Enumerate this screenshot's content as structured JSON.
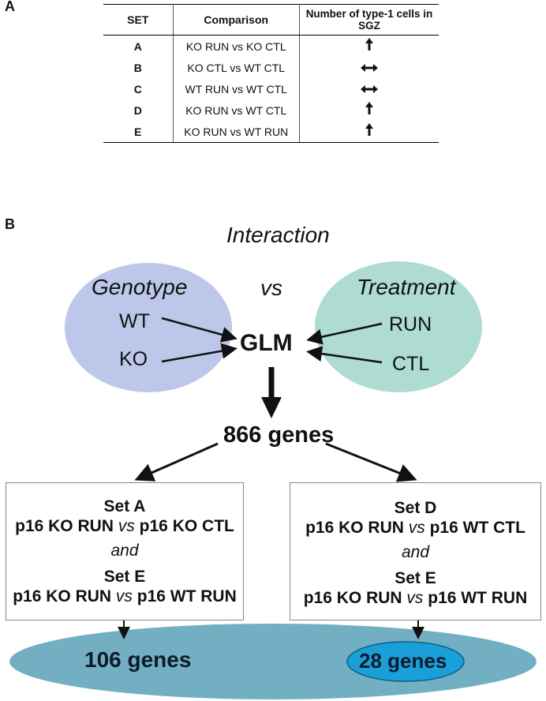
{
  "panel_a": {
    "label": "A",
    "headers": [
      "SET",
      "Comparison",
      "Number of type-1 cells in SGZ"
    ],
    "rows": [
      {
        "set": "A",
        "comparison": "KO RUN vs KO CTL",
        "change": "increase"
      },
      {
        "set": "B",
        "comparison": "KO CTL vs WT CTL",
        "change": "no change"
      },
      {
        "set": "C",
        "comparison": "WT RUN vs WT CTL",
        "change": "no change"
      },
      {
        "set": "D",
        "comparison": "KO RUN vs WT CTL",
        "change": "increase"
      },
      {
        "set": "E",
        "comparison": "KO RUN vs WT RUN",
        "change": "increase"
      }
    ]
  },
  "panel_b": {
    "label": "B",
    "title": "Interaction",
    "genotype": {
      "title": "Genotype",
      "items": [
        "WT",
        "KO"
      ],
      "color": "#bcc7e9"
    },
    "vs": "vs",
    "treatment": {
      "title": "Treatment",
      "items": [
        "RUN",
        "CTL"
      ],
      "color": "#aedcd2"
    },
    "center": "GLM",
    "genes_total": "866 genes",
    "left_box": {
      "set1_title": "Set A",
      "set1_left": "p16 KO RUN",
      "set1_vs": "vs",
      "set1_right": "p16 KO CTL",
      "and": "and",
      "set2_title": "Set E",
      "set2_left": "p16 KO RUN",
      "set2_vs": "vs",
      "set2_right": "p16 WT RUN"
    },
    "right_box": {
      "set1_title": "Set D",
      "set1_left": "p16 KO RUN",
      "set1_vs": "vs",
      "set1_right": "p16 WT CTL",
      "and": "and",
      "set2_title": "Set E",
      "set2_left": "p16 KO RUN",
      "set2_vs": "vs",
      "set2_right": "p16 WT RUN"
    },
    "result_left": "106 genes",
    "result_right": "28 genes",
    "colors": {
      "outer_ellipse": "#72afc3",
      "inner_ellipse": "#1b9fd8"
    }
  }
}
